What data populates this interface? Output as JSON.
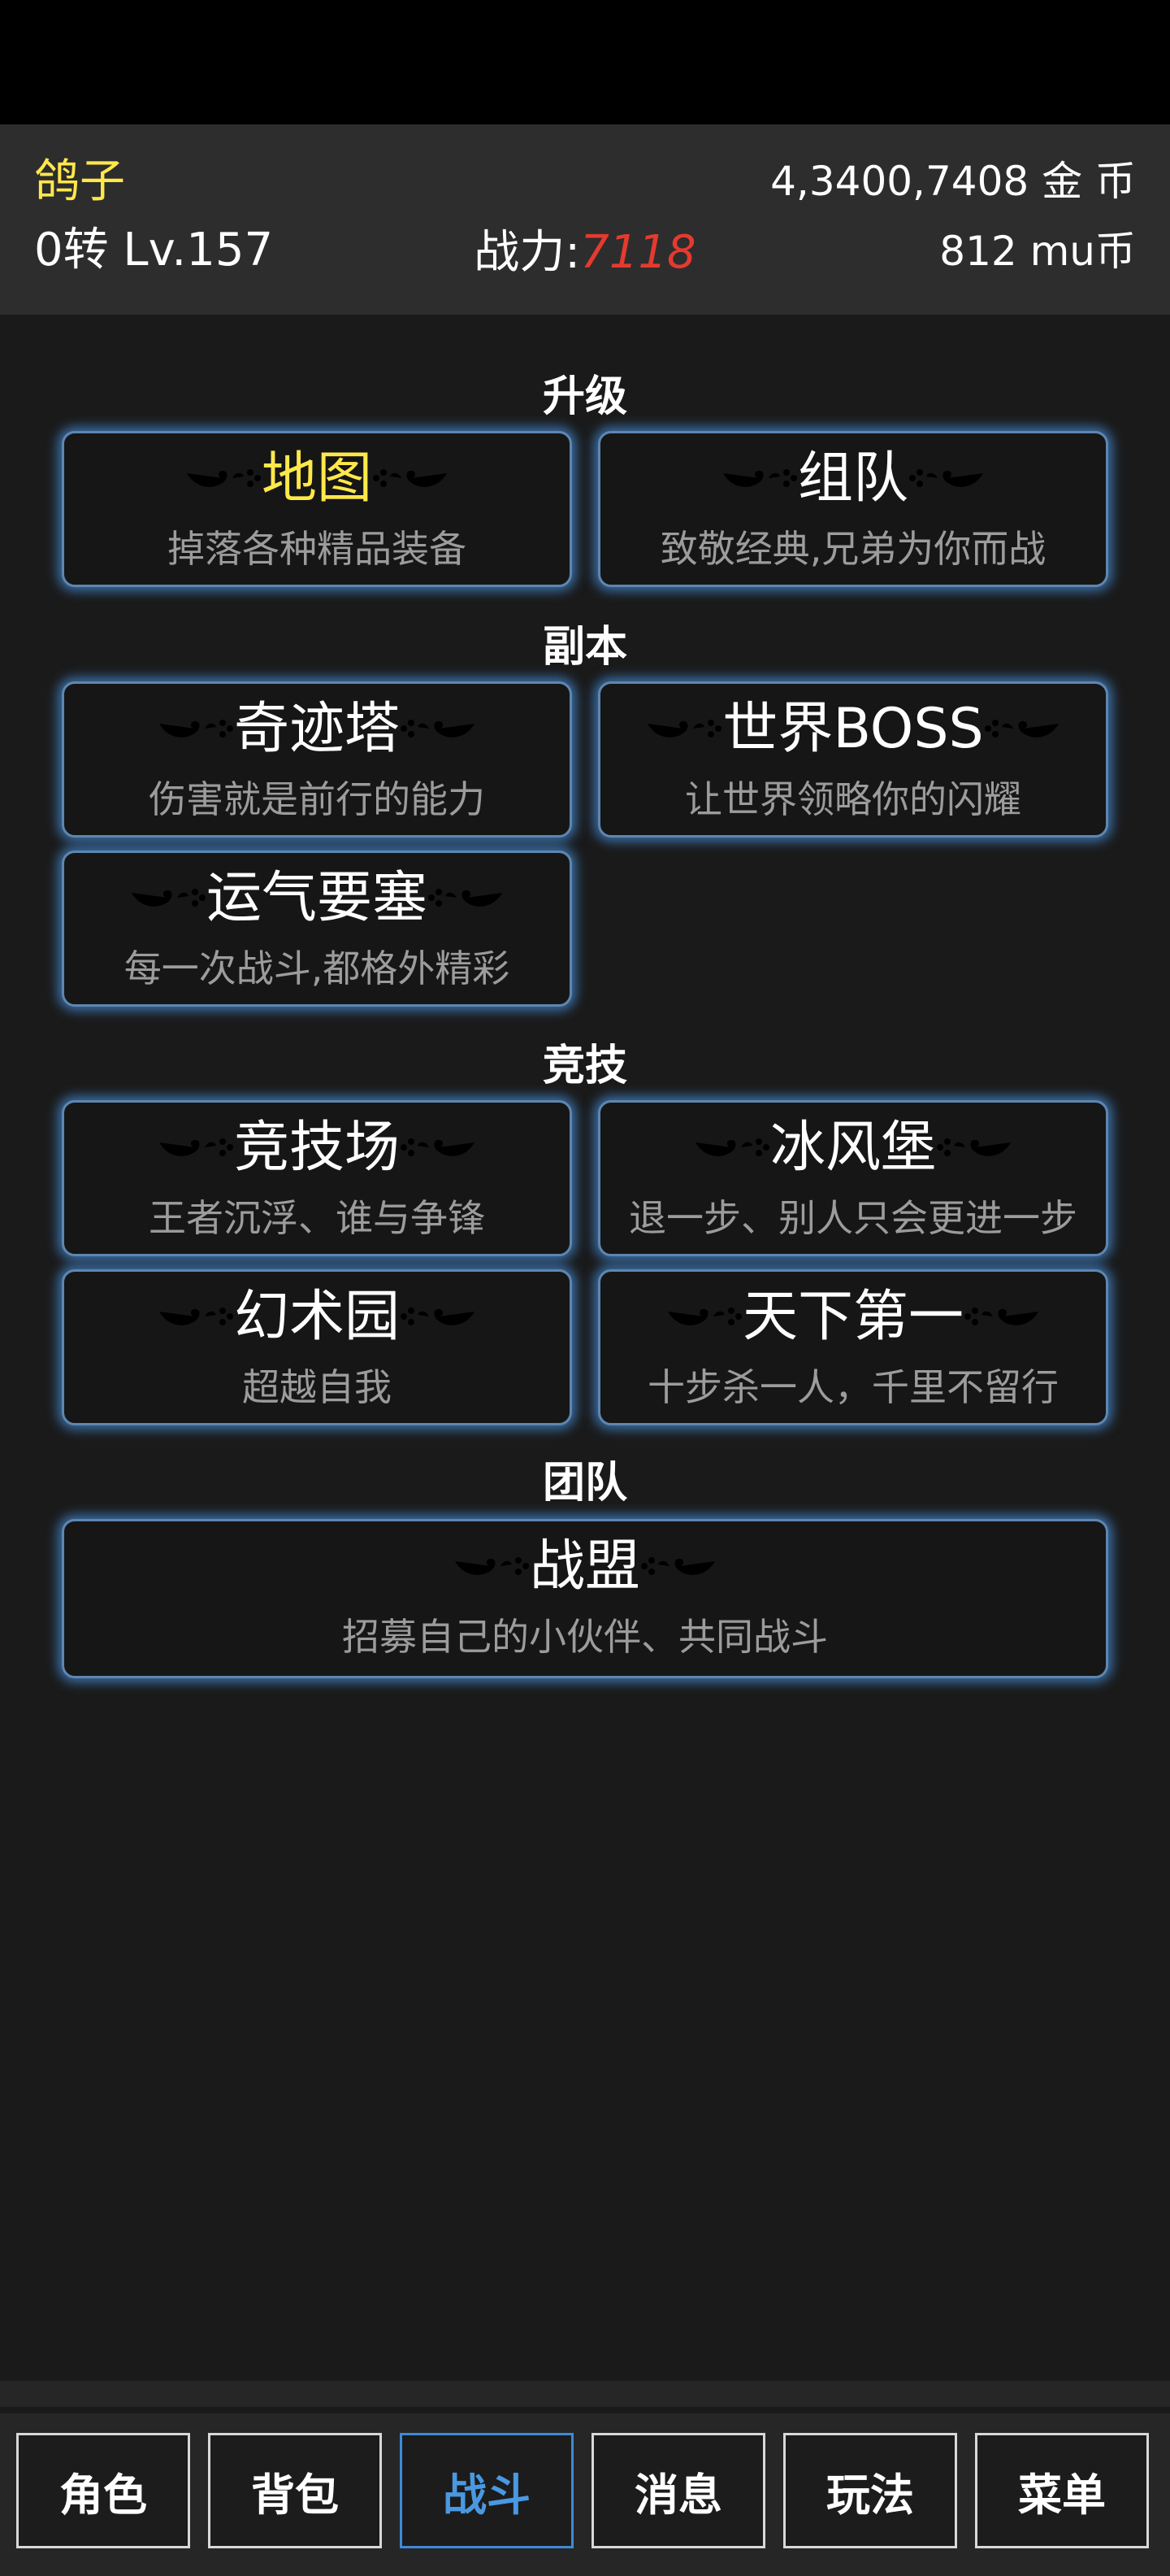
{
  "player": {
    "name": "鸽子",
    "level": "0转 Lv.157",
    "power_label": "战力:",
    "power_value": "7118",
    "gold": "4,3400,7408 金  币",
    "mu": "812 mu币"
  },
  "sections": {
    "upgrade": "升级",
    "dungeon": "副本",
    "arena": "竞技",
    "team": "团队"
  },
  "cards": {
    "map": {
      "title": "地图",
      "desc": "掉落各种精品装备"
    },
    "team_up": {
      "title": "组队",
      "desc": "致敬经典,兄弟为你而战"
    },
    "miracle_tower": {
      "title": "奇迹塔",
      "desc": "伤害就是前行的能力"
    },
    "world_boss": {
      "title": "世界BOSS",
      "desc": "让世界领略你的闪耀"
    },
    "luck_fortress": {
      "title": "运气要塞",
      "desc": "每一次战斗,都格外精彩"
    },
    "colosseum": {
      "title": "竞技场",
      "desc": "王者沉浮、谁与争锋"
    },
    "ice_wind_castle": {
      "title": "冰风堡",
      "desc": "退一步、别人只会更进一步"
    },
    "illusion_garden": {
      "title": "幻术园",
      "desc": "超越自我"
    },
    "number_one": {
      "title": "天下第一",
      "desc": "十步杀一人，千里不留行"
    },
    "war_alliance": {
      "title": "战盟",
      "desc": "招募自己的小伙伴、共同战斗"
    }
  },
  "nav": {
    "character": "角色",
    "bag": "背包",
    "battle": "战斗",
    "messages": "消息",
    "gameplay": "玩法",
    "menu": "菜单"
  },
  "colors": {
    "accent_blue": "#3d8ad6",
    "highlight_yellow": "#ffe84a",
    "power_red": "#e53a2f"
  }
}
